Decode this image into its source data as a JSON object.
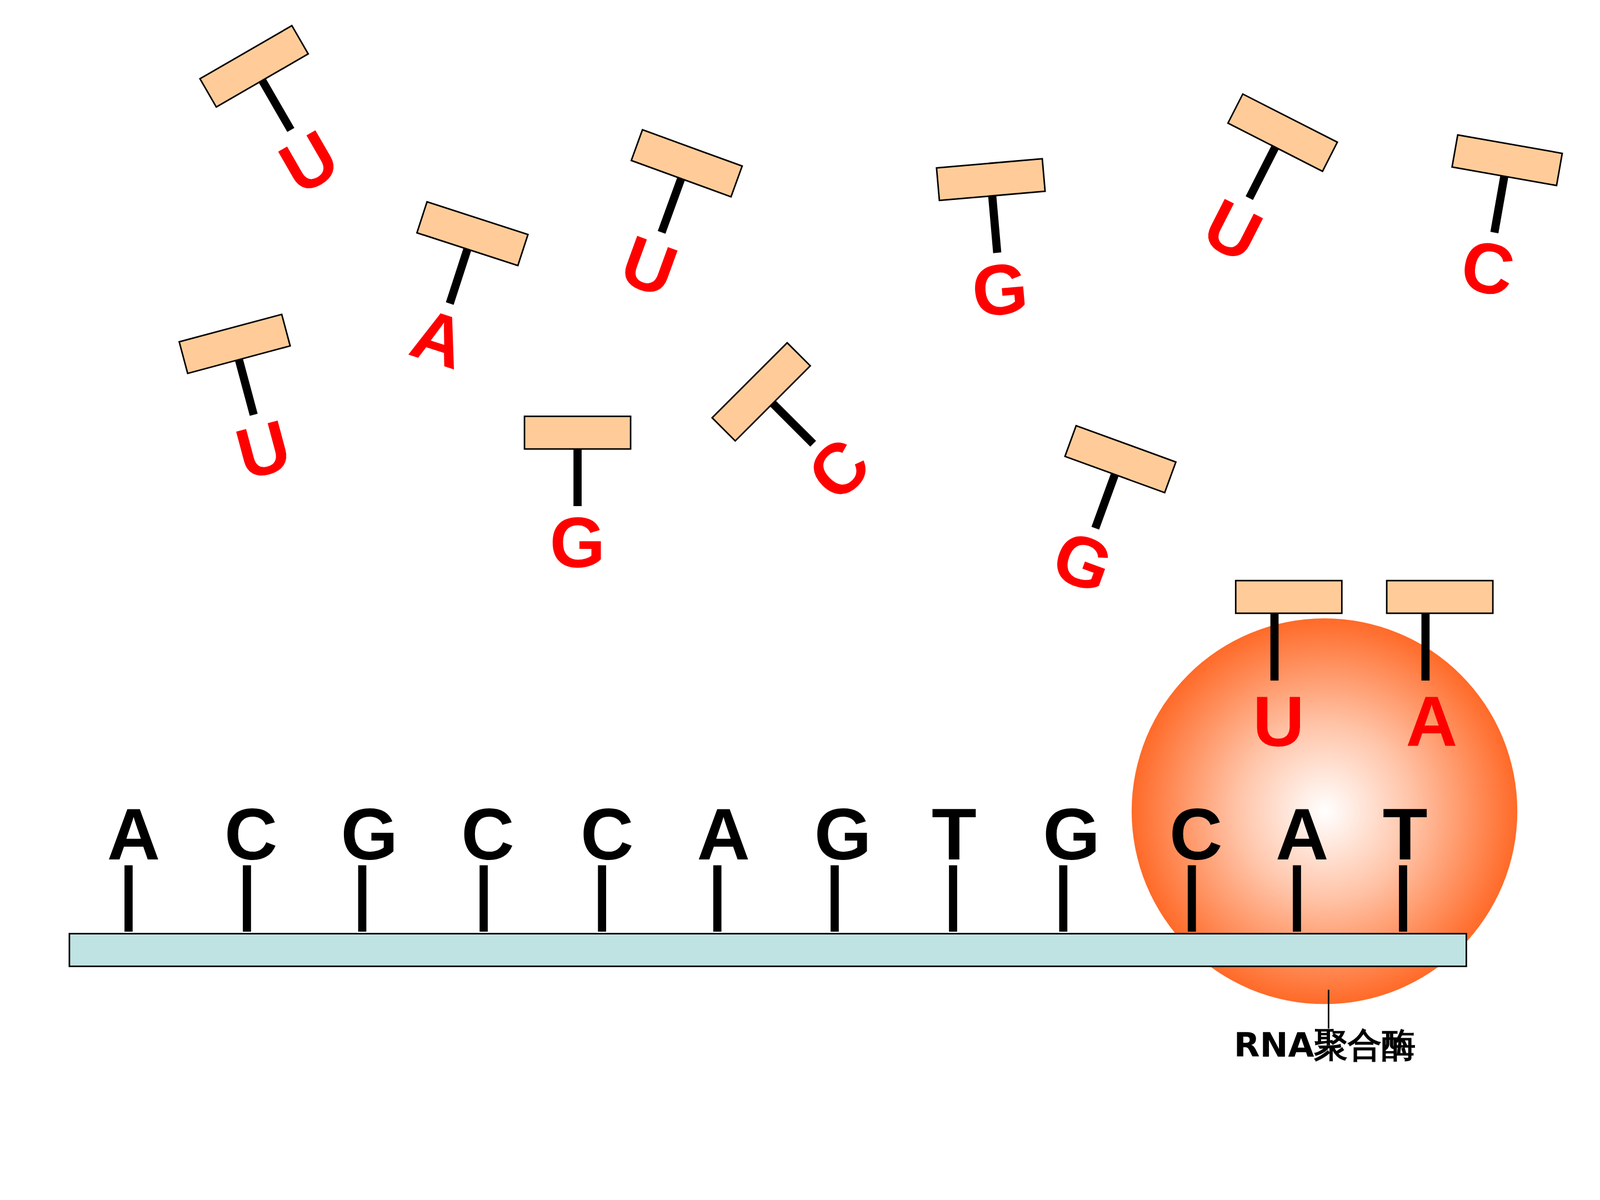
{
  "diagram": {
    "nodes": [
      {
        "text": [
          "RNA聚合酶"
        ]
      }
    ],
    "labels": [
      "U",
      "U",
      "G",
      "U",
      "C",
      "A",
      "U",
      "G",
      "C",
      "G",
      "U",
      "A",
      "A",
      "C",
      "G",
      "C",
      "C",
      "A",
      "G",
      "T",
      "G",
      "C",
      "A",
      "T"
    ]
  }
}
